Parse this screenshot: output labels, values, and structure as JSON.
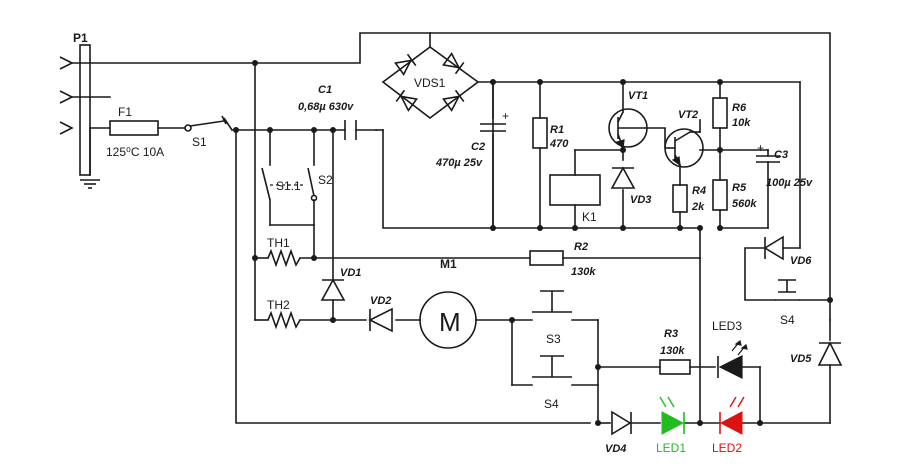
{
  "labels": {
    "p1": "P1",
    "f1": "F1",
    "f1_rating": "125⁰C 10A",
    "s1": "S1",
    "c1": "C1",
    "c1_value": "0,68µ 630v",
    "vds1": "VDS1",
    "c2": "C2",
    "c2_value": "470µ 25v",
    "r1": "R1",
    "r1_value": "470",
    "k1": "K1",
    "vt1": "VT1",
    "vd3": "VD3",
    "vt2": "VT2",
    "r4": "R4",
    "r4_value": "2k",
    "r6": "R6",
    "r6_value": "10k",
    "r5": "R5",
    "r5_value": "560k",
    "c3": "C3",
    "c3_value": "100µ 25v",
    "s1_1": "S1.1",
    "s2": "S2",
    "th1": "TH1",
    "th2": "TH2",
    "vd1": "VD1",
    "vd2": "VD2",
    "m1": "M1",
    "m1_symbol": "M",
    "r2": "R2",
    "r2_value": "130k",
    "vd6": "VD6",
    "s4_top": "S4",
    "s3": "S3",
    "s4_bottom": "S4",
    "r3": "R3",
    "r3_value": "130k",
    "led3": "LED3",
    "vd5": "VD5",
    "vd4": "VD4",
    "led1": "LED1",
    "led2": "LED2"
  },
  "colors": {
    "wire": "#1a1a1a",
    "led1": "#22bb22",
    "led2": "#dd1111"
  }
}
